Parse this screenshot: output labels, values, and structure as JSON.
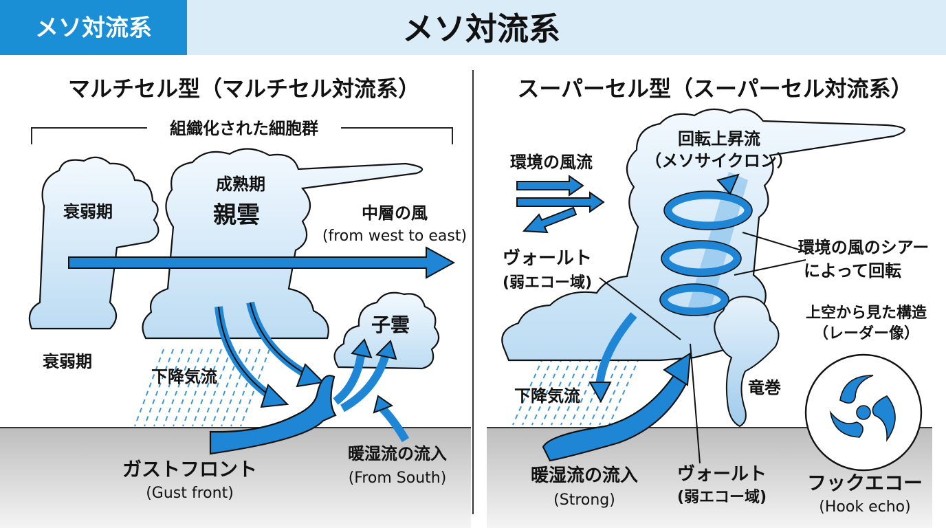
{
  "header": {
    "tag_label": "メソ対流系",
    "title": "メソ対流系"
  },
  "colors": {
    "accent": "#1a8fd6",
    "header_band": "#d9ecf8",
    "cloud_fill": "#cfe6f6",
    "cloud_fill_light": "#eef6fc",
    "arrow": "#1e86d4",
    "ground": "#c9c9c9",
    "outline": "#111111"
  },
  "multicell": {
    "title": "マルチセル型（マルチセル対流系）",
    "bracket_label": "組織化された細胞群",
    "decaying_top": "衰弱期",
    "decaying_bottom": "衰弱期",
    "mature_stage": "成熟期",
    "parent_cloud": "親雲",
    "mid_wind": "中層の風",
    "mid_wind_dir": "(from west to east)",
    "child_cloud": "子雲",
    "downdraft": "下降気流",
    "gust_front": "ガストフロント",
    "gust_front_en": "(Gust front)",
    "inflow": "暖湿流の流入",
    "inflow_dir": "(From South)"
  },
  "supercell": {
    "title": "スーパーセル型（スーパーセル対流系）",
    "rotating_updraft": "回転上昇流",
    "mesocyclone": "（メソサイクロン）",
    "env_wind": "環境の風流",
    "vault_upper": "ヴォールト",
    "vault_upper_sub": "(弱エコー域)",
    "shear_1": "環境の風のシアー",
    "shear_2": "によって回転",
    "radar_1": "上空から見た構造",
    "radar_2": "（レーダー像）",
    "tornado": "竜巻",
    "downdraft": "下降気流",
    "inflow": "暖湿流の流入",
    "inflow_strong": "(Strong)",
    "vault_lower": "ヴォールト",
    "vault_lower_sub": "(弱エコー域)",
    "hook_echo": "フックエコー",
    "hook_echo_en": "(Hook echo)"
  },
  "icons": [
    "arrow-icon",
    "hook-echo-icon",
    "tornado-icon",
    "rain-streaks"
  ]
}
